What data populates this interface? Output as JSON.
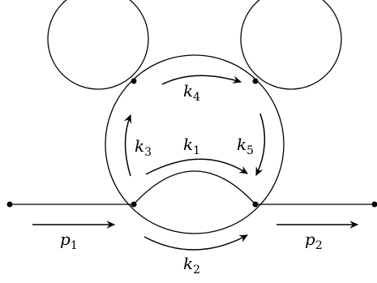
{
  "labels": {
    "k1": {
      "base": "k",
      "sub": "1"
    },
    "k2": {
      "base": "k",
      "sub": "2"
    },
    "k3": {
      "base": "k",
      "sub": "3"
    },
    "k4": {
      "base": "k",
      "sub": "4"
    },
    "k5": {
      "base": "k",
      "sub": "5"
    },
    "p1": {
      "base": "p",
      "sub": "1"
    },
    "p2": {
      "base": "p",
      "sub": "2"
    }
  }
}
